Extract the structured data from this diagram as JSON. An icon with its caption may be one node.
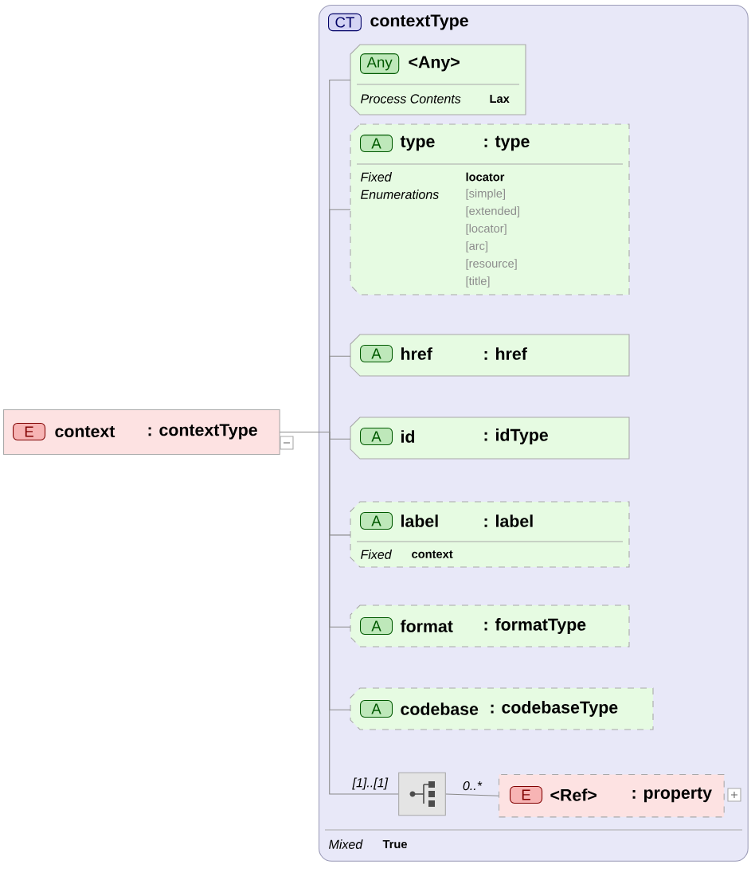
{
  "diagram": {
    "nodes": [
      {
        "text": [
          "E",
          "context",
          ": contextType"
        ]
      },
      {
        "text": [
          "CT",
          "contextType",
          "Mixed",
          "True"
        ]
      },
      {
        "text": [
          "Any",
          "<Any>",
          "Process Contents",
          "Lax"
        ],
        "in": 1
      },
      {
        "text": [
          "A",
          "type",
          ": type",
          "Fixed",
          "locator",
          "Enumerations",
          "[simple]",
          "[extended]",
          "[locator]",
          "[arc]",
          "[resource]",
          "[title]"
        ],
        "in": 1
      },
      {
        "text": [
          "A",
          "href",
          ": href"
        ],
        "in": 1
      },
      {
        "text": [
          "A",
          "id",
          ": idType"
        ],
        "in": 1
      },
      {
        "text": [
          "A",
          "label",
          ": label",
          "Fixed",
          "context"
        ],
        "in": 1
      },
      {
        "text": [
          "A",
          "format",
          ": formatType"
        ],
        "in": 1
      },
      {
        "text": [
          "A",
          "codebase",
          ": codebaseType"
        ],
        "in": 1
      },
      {
        "text": [],
        "shape": "box",
        "in": 1,
        "beside": [
          "[1]..[1]"
        ]
      },
      {
        "text": [
          "E",
          "<Ref>",
          ": property"
        ],
        "in": 1
      }
    ],
    "edges": [
      {
        "from": 0,
        "to": 2,
        "arrow": "none"
      },
      {
        "from": 0,
        "to": 3,
        "arrow": "none"
      },
      {
        "from": 0,
        "to": 4,
        "arrow": "none"
      },
      {
        "from": 0,
        "to": 5,
        "arrow": "none"
      },
      {
        "from": 0,
        "to": 6,
        "arrow": "none"
      },
      {
        "from": 0,
        "to": 7,
        "arrow": "none"
      },
      {
        "from": 0,
        "to": 8,
        "arrow": "none"
      },
      {
        "from": 0,
        "to": 9,
        "arrow": "none"
      },
      {
        "from": 9,
        "to": 10,
        "arrow": "none",
        "label": "0..*"
      }
    ]
  }
}
